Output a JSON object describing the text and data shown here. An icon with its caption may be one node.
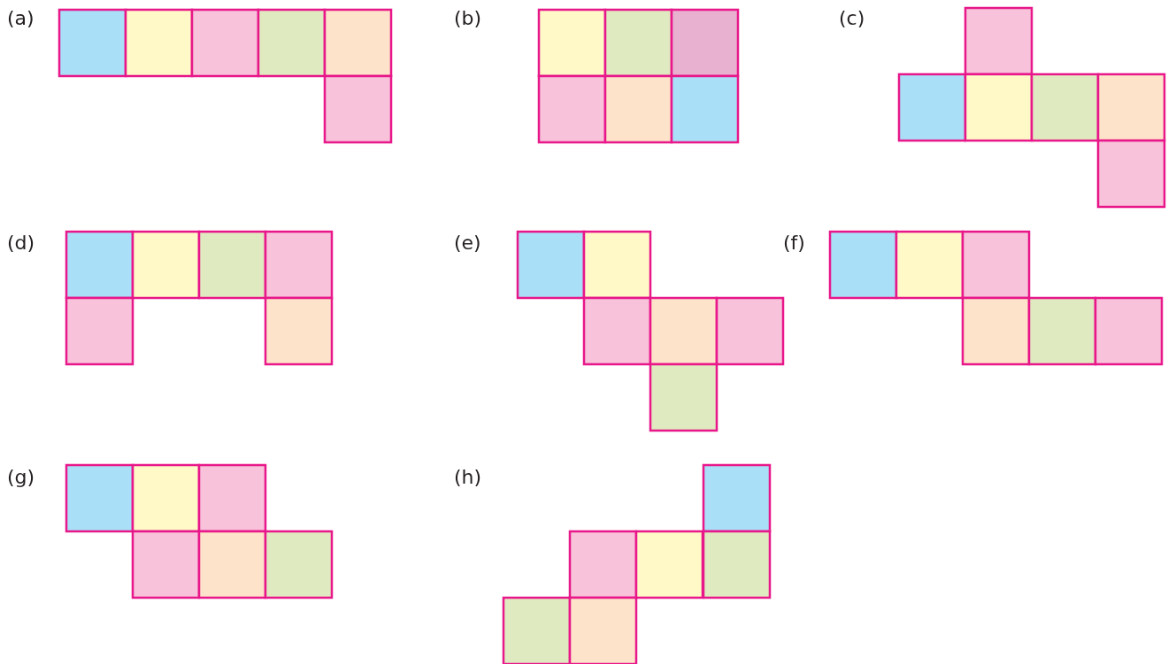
{
  "diagram": {
    "labels": [
      "(a)",
      "(b)",
      "(c)",
      "(d)",
      "(e)",
      "(f)",
      "(g)",
      "(h)"
    ]
  }
}
